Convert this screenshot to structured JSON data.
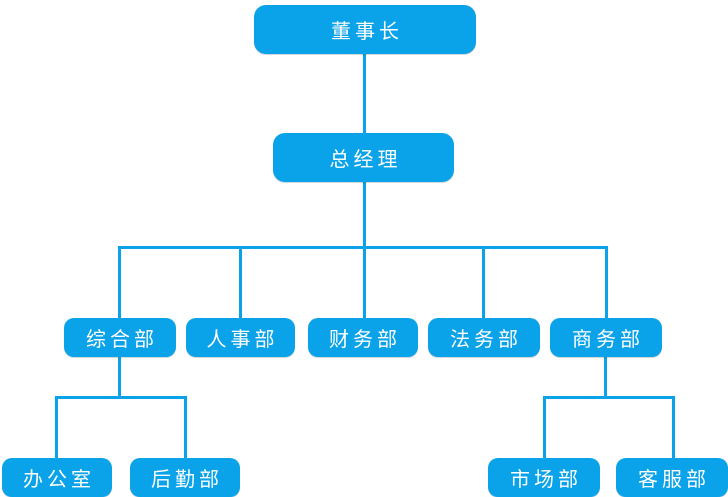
{
  "diagram": {
    "type": "org-chart",
    "background_color": "#FFFFFF",
    "node_fill_color": "#0AA2E8",
    "node_text_color": "#FFFFFF",
    "connector_color": "#0AA2E8"
  },
  "nodes": {
    "chairman": {
      "label": "董事长",
      "level": 1
    },
    "general_manager": {
      "label": "总经理",
      "level": 2
    },
    "general_affairs": {
      "label": "综合部",
      "level": 3
    },
    "hr": {
      "label": "人事部",
      "level": 3
    },
    "finance": {
      "label": "财务部",
      "level": 3
    },
    "legal": {
      "label": "法务部",
      "level": 3
    },
    "business": {
      "label": "商务部",
      "level": 3
    },
    "office": {
      "label": "办公室",
      "level": 4
    },
    "logistics": {
      "label": "后勤部",
      "level": 4
    },
    "marketing": {
      "label": "市场部",
      "level": 4
    },
    "customer_service": {
      "label": "客服部",
      "level": 4
    }
  },
  "edges": [
    [
      "chairman",
      "general_manager"
    ],
    [
      "general_manager",
      "general_affairs"
    ],
    [
      "general_manager",
      "hr"
    ],
    [
      "general_manager",
      "finance"
    ],
    [
      "general_manager",
      "legal"
    ],
    [
      "general_manager",
      "business"
    ],
    [
      "general_affairs",
      "office"
    ],
    [
      "general_affairs",
      "logistics"
    ],
    [
      "business",
      "marketing"
    ],
    [
      "business",
      "customer_service"
    ]
  ]
}
